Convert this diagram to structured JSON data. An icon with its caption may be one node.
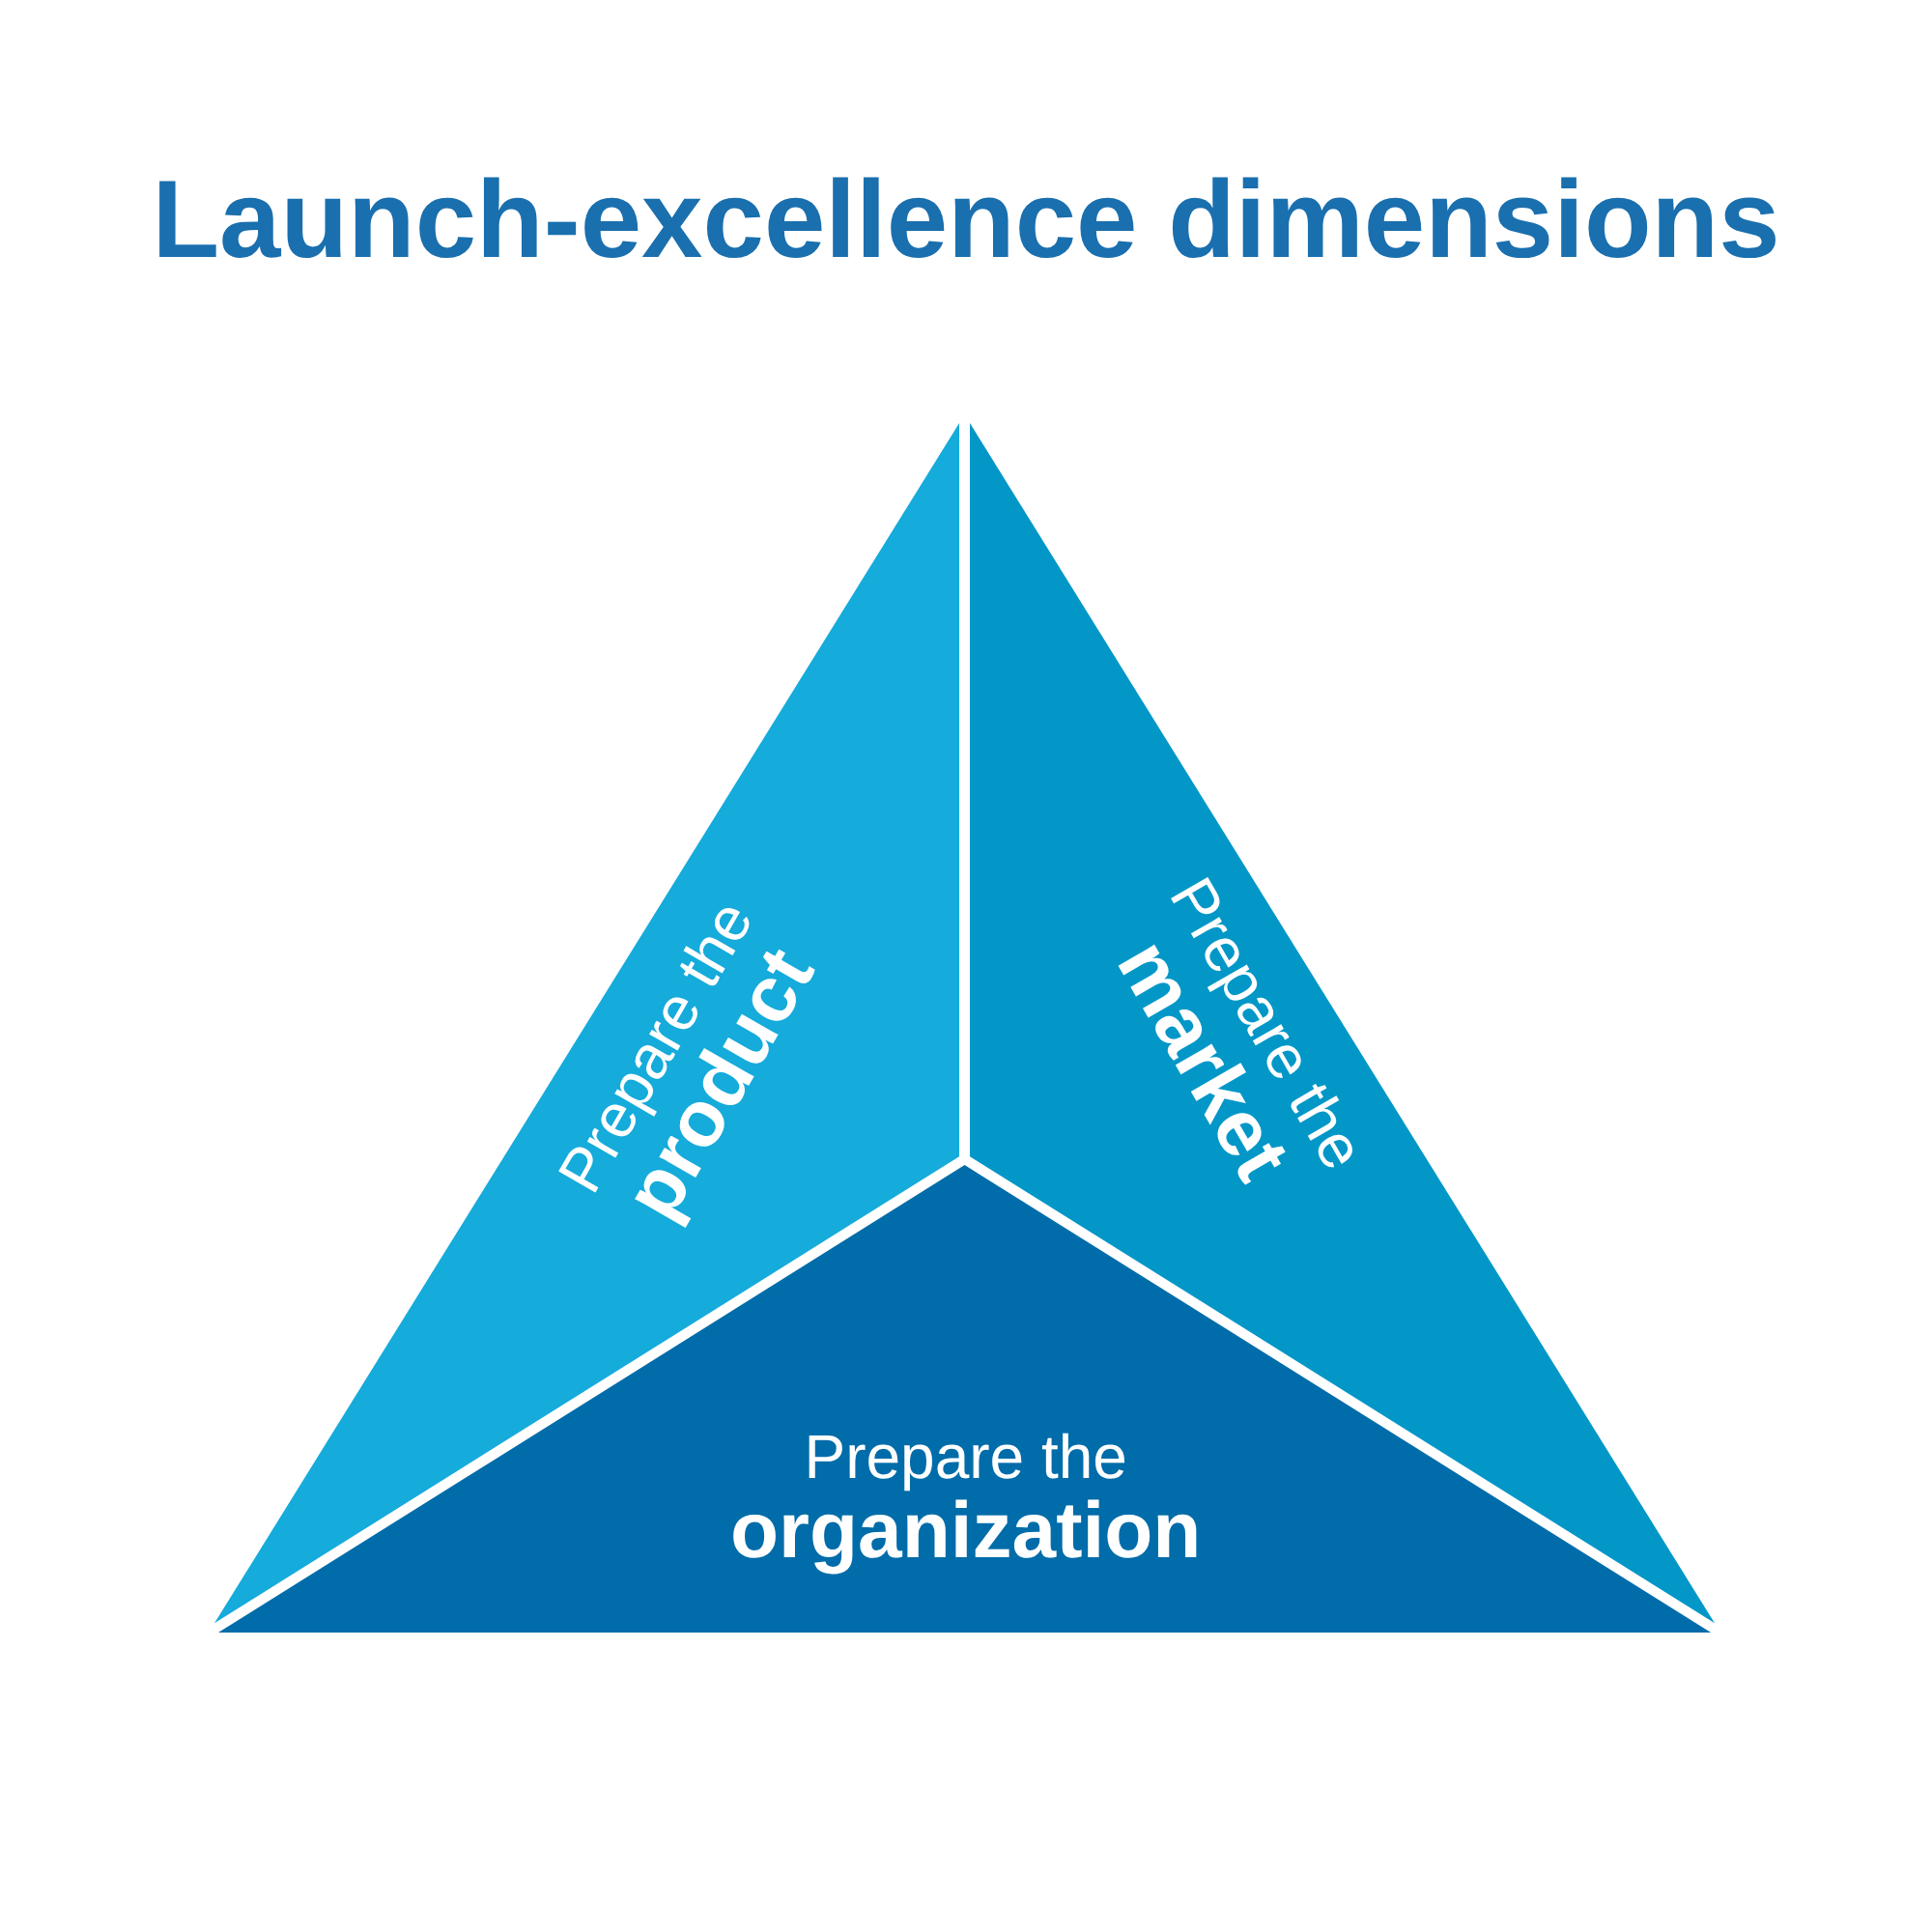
{
  "diagram": {
    "title": "Launch-excellence dimensions",
    "nodes": [
      {
        "text": [
          "Prepare the **product**"
        ]
      },
      {
        "text": [
          "Prepare the **market**"
        ]
      },
      {
        "text": [
          "Prepare the **organization**"
        ]
      }
    ]
  }
}
